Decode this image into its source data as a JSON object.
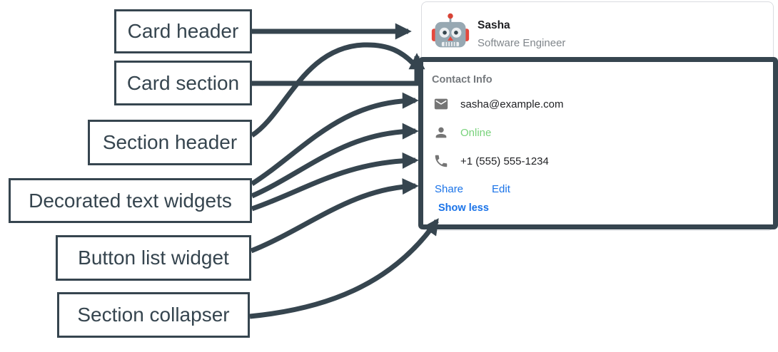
{
  "diagram": {
    "labels": [
      "Card header",
      "Card section",
      "Section header",
      "Decorated text widgets",
      "Button list widget",
      "Section collapser"
    ]
  },
  "card": {
    "header": {
      "name": "Sasha",
      "role": "Software Engineer",
      "avatar": "robot-avatar"
    },
    "section": {
      "title": "Contact Info",
      "rows": [
        {
          "icon": "email-icon",
          "text": "sasha@example.com"
        },
        {
          "icon": "person-icon",
          "text": "Online"
        },
        {
          "icon": "phone-icon",
          "text": "+1 (555) 555-1234"
        }
      ],
      "buttons": [
        {
          "label": "Share"
        },
        {
          "label": "Edit"
        }
      ],
      "collapser": {
        "label": "Show less"
      }
    }
  },
  "colors": {
    "annotation_slate": "#36454F",
    "link_blue": "#1A73E8",
    "online_green": "#78D27B",
    "card_border": "#DADCE0",
    "text_dark": "#202124",
    "text_gray": "#80868B"
  }
}
